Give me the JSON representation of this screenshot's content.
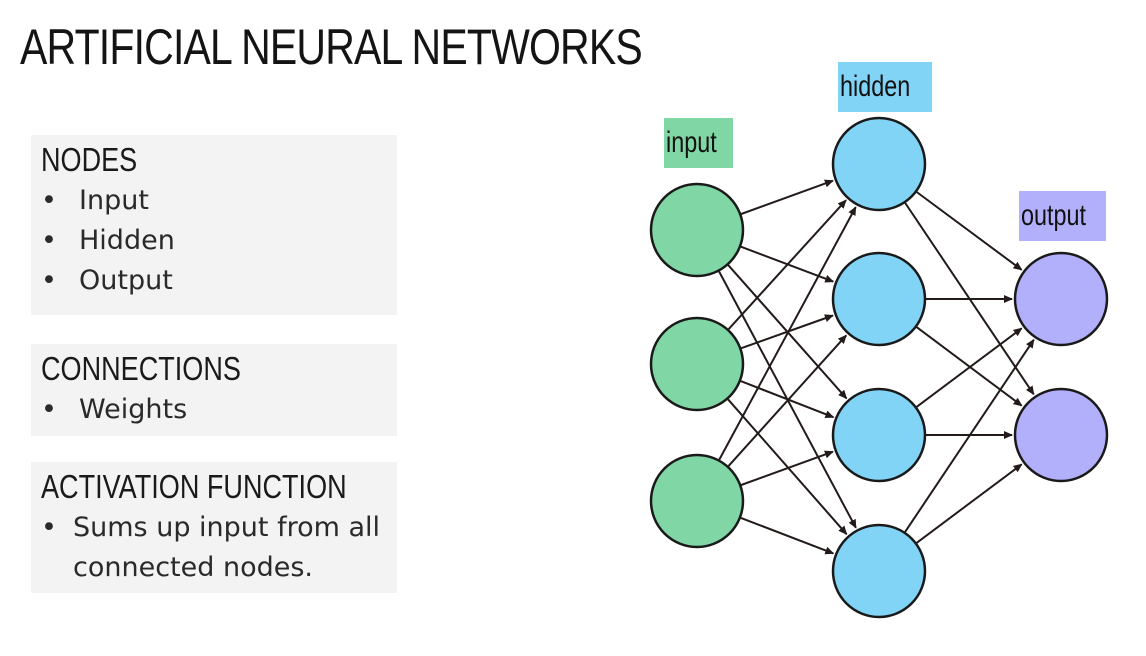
{
  "title": "ARTIFICIAL NEURAL NETWORKS",
  "sections": [
    {
      "heading": "NODES",
      "bullets": [
        "Input",
        "Hidden",
        "Output"
      ]
    },
    {
      "heading": "CONNECTIONS",
      "bullets": [
        "Weights"
      ]
    },
    {
      "heading": "ACTIVATION FUNCTION",
      "bullets": [
        "Sums up input from all connected nodes."
      ]
    }
  ],
  "diagram": {
    "layers": [
      {
        "label": "input",
        "nodes": 3,
        "color": "#80d6a4",
        "label_bg": "#80d6a4"
      },
      {
        "label": "hidden",
        "nodes": 4,
        "color": "#82d4f7",
        "label_bg": "#82d4f7"
      },
      {
        "label": "output",
        "nodes": 2,
        "color": "#b3b0fb",
        "label_bg": "#b3b0fb"
      }
    ],
    "connection_color": "#231a1a",
    "node_stroke": "#1a1a1a"
  }
}
